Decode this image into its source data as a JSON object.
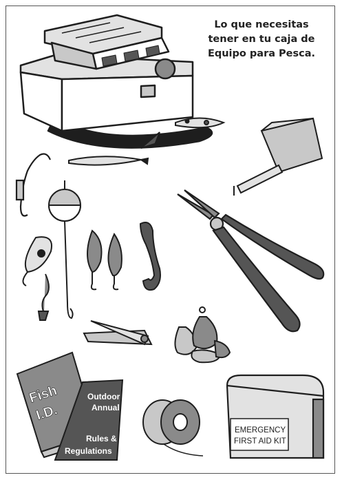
{
  "heading": {
    "line1": "Lo que necesitas",
    "line2": "tener en tu caja de",
    "line3": "Equipo para Pesca."
  },
  "fish_id_book": {
    "line1": "Fish",
    "line2": "I.D."
  },
  "regulations_book": {
    "line1": "Outdoor",
    "line2": "Annual",
    "line3": "Rules &",
    "line4": "Regulations"
  },
  "first_aid_kit": {
    "line1": "EMERGENCY",
    "line2": "FIRST AID KIT"
  },
  "colors": {
    "ink": "#1e1e1e",
    "dark_gray": "#555555",
    "mid_gray": "#8a8a8a",
    "light_gray": "#c8c8c8",
    "lighter_gray": "#e2e2e2"
  }
}
